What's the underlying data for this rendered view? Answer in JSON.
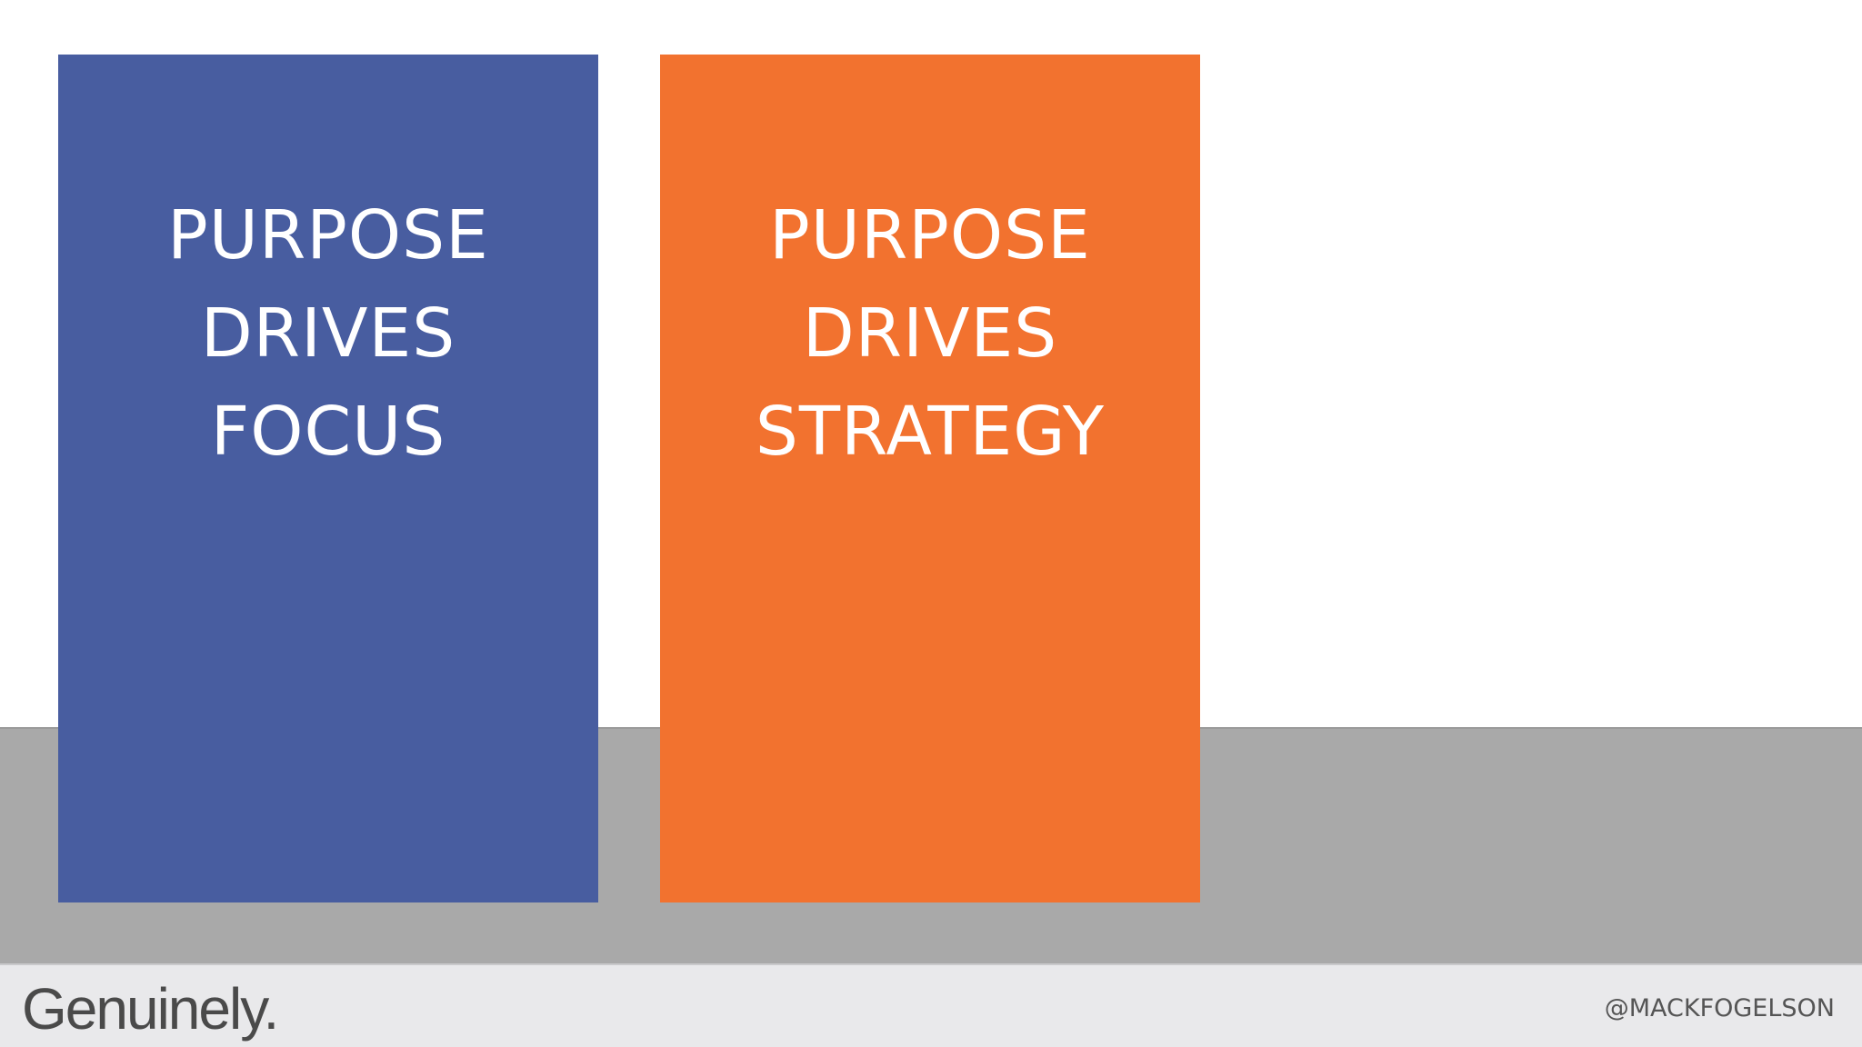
{
  "colors": {
    "card_blue": "#485da0",
    "card_orange": "#f2722f",
    "band_gray": "#a9a9a9",
    "footer_bg": "#e9e9eb"
  },
  "cards": [
    {
      "lines": [
        "PURPOSE",
        "DRIVES",
        "FOCUS"
      ]
    },
    {
      "lines": [
        "PURPOSE",
        "DRIVES",
        "STRATEGY"
      ]
    }
  ],
  "footer": {
    "brand": "Genuinely.",
    "handle": "@MACKFOGELSON"
  }
}
